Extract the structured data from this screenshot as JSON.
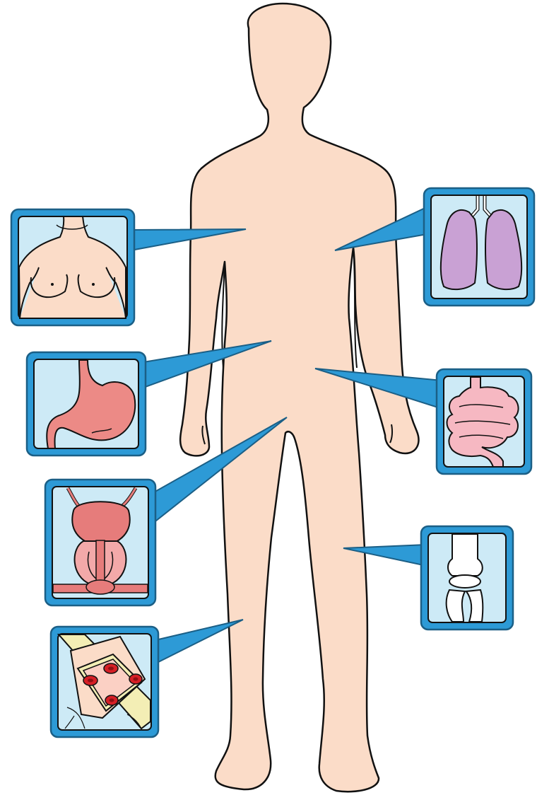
{
  "colors": {
    "skin": "#fbdcc8",
    "outline": "#111111",
    "frame": "#2d9ad6",
    "frame_dark": "#1b5f86",
    "panel_bg": "#cdeaf6",
    "stomach": "#ec8a86",
    "lung": "#c9a1d4",
    "intestine": "#f6b8c2",
    "bladder": "#e67c7b",
    "prostate": "#f3a9a9",
    "bone": "#ffffff",
    "vessel_wall": "#f3eeb5",
    "blood_cell": "#d61f26"
  },
  "figure": {
    "subject": "human-body-outline"
  },
  "callouts": [
    {
      "organ": "breast",
      "side": "left"
    },
    {
      "organ": "stomach",
      "side": "left"
    },
    {
      "organ": "prostate-bladder",
      "side": "left"
    },
    {
      "organ": "blood-vessel",
      "side": "left"
    },
    {
      "organ": "lungs",
      "side": "right"
    },
    {
      "organ": "intestine",
      "side": "right"
    },
    {
      "organ": "bone-joint",
      "side": "right"
    }
  ]
}
